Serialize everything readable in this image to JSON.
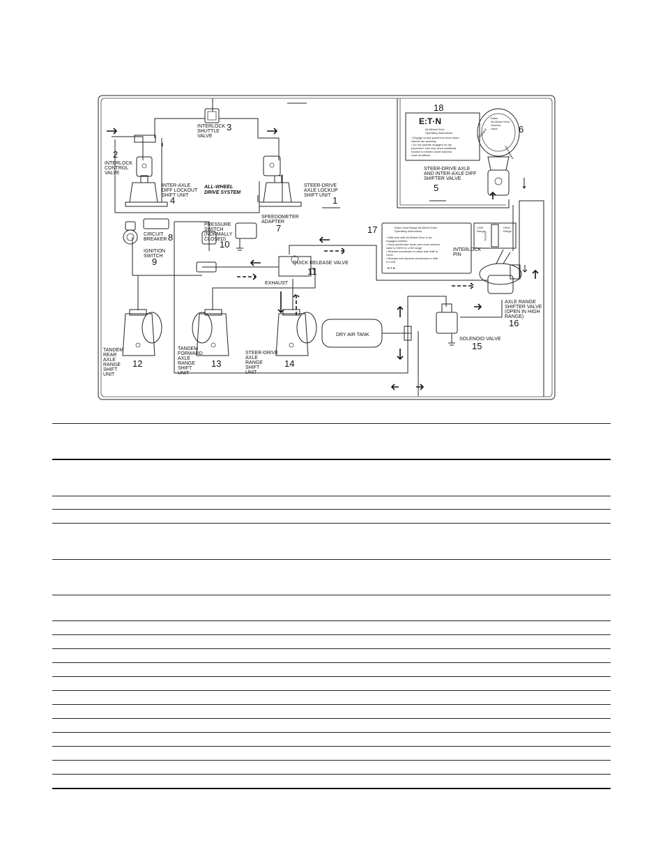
{
  "diagram": {
    "system_title": [
      "ALL-WHEEL",
      "DRIVE SYSTEM"
    ],
    "components": {
      "c1": {
        "number": "1",
        "label": [
          "STEER-DRIVE",
          "AXLE LOCKUP",
          "SHIFT UNIT"
        ]
      },
      "c2": {
        "number": "2",
        "label": [
          "INTERLOCK",
          "CONTROL",
          "VALVE"
        ]
      },
      "c3": {
        "number": "3",
        "label": [
          "INTERLOCK",
          "SHUTTLE",
          "VALVE"
        ]
      },
      "c4": {
        "number": "4",
        "label": [
          "INTER-AXLE",
          "DIFF LOCKOUT",
          "SHIFT UNIT"
        ]
      },
      "c5": {
        "number": "5",
        "label": [
          "STEER-DRIVE AXLE",
          "AND INTER-AXLE DIFF",
          "SHIFTER VALVE"
        ]
      },
      "c6": {
        "number": "6"
      },
      "c7": {
        "number": "7",
        "label": [
          "SPEEDOMETER",
          "ADAPTER"
        ]
      },
      "c8": {
        "number": "8",
        "label": [
          "CIRCUIT",
          "BREAKER"
        ]
      },
      "c9": {
        "number": "9",
        "label": [
          "IGNITION",
          "SWITCH"
        ]
      },
      "c10": {
        "number": "10",
        "label": [
          "PRESSURE",
          "SWITCH",
          "(NORMALLY",
          "CLOSED)"
        ]
      },
      "c11": {
        "number": "11",
        "label": [
          "QUICK RELEASE VALVE"
        ]
      },
      "c12": {
        "number": "12",
        "label": [
          "TANDEM",
          "REAR",
          "AXLE",
          "RANGE",
          "SHIFT",
          "UNIT"
        ]
      },
      "c13": {
        "number": "13",
        "label": [
          "TANDEM",
          "FORWARD",
          "AXLE",
          "RANGE",
          "SHIFT",
          "UNIT"
        ]
      },
      "c14": {
        "number": "14",
        "label": [
          "STEER-DRIVE",
          "AXLE",
          "RANGE",
          "SHIFT",
          "UNIT"
        ]
      },
      "c15": {
        "number": "15",
        "label": [
          "SOLENOID VALVE"
        ]
      },
      "c16": {
        "number": "16",
        "label": [
          "AXLE RANGE",
          "SHIFTER VALVE",
          "(OPEN IN HIGH",
          "RANGE)"
        ]
      },
      "c17": {
        "number": "17"
      },
      "c18": {
        "number": "18"
      }
    },
    "other_labels": {
      "exhaust": "EXHAUST",
      "dry_air_tank": "DRY AIR TANK",
      "interlock_pin": [
        "INTERLOCK",
        "PIN"
      ]
    },
    "plate18": {
      "logo": "E:T·N",
      "title": [
        "All-Wheel Drive",
        "Operating Instructions"
      ],
      "bullets": [
        "• Engage at any speed but never when",
        "  wheels are spinning.",
        "• Do not operate engaged on dry",
        "  pavement. Use only when additional",
        "  traction is needed under adverse",
        "  road conditions."
      ]
    },
    "plate17": {
      "title": [
        "Eaton Dual Range All-Wheel Drive",
        "Operating Instructions"
      ],
      "bullets": [
        "• Shift axle with All-Wheel Drive in de-",
        "  engaged position",
        "• Keep accelerator down and move selector",
        "  valve to HIGH or LOW range",
        "• Release accelerator to allow axle shift to",
        "  HIGH",
        "• Release and depress accelerator to shift",
        "  to LOW"
      ],
      "logo": "E:T·N"
    },
    "knob6": {
      "text": [
        "Eaton",
        "All-Wheel Drive",
        "Selector",
        "Valve"
      ],
      "engaged": "Engaged",
      "disengaged": "Disengaged"
    },
    "range_plate": {
      "low": [
        "LOW",
        "Range"
      ],
      "high": [
        "HIGH",
        "Range"
      ],
      "center": "EATON"
    }
  },
  "table": {
    "rows": 21
  }
}
